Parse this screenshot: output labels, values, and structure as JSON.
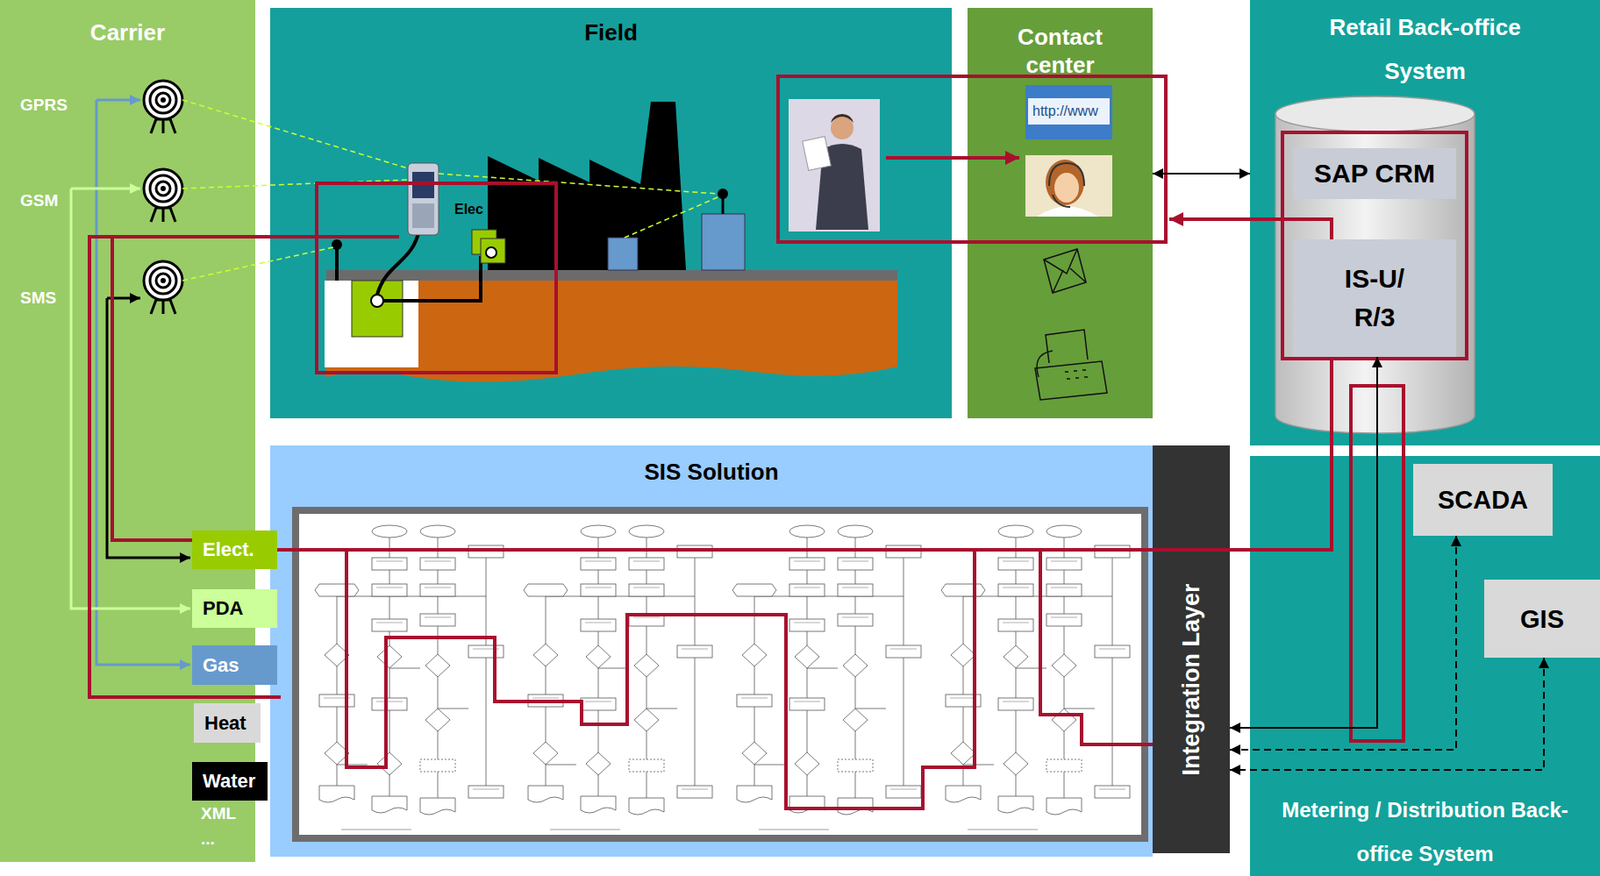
{
  "diagram": {
    "nodes": [
      {
        "text": [
          "Carrier"
        ]
      },
      {
        "text": [
          "Field"
        ]
      },
      {
        "text": [
          "Contact center"
        ]
      },
      {
        "text": [
          "Retail Back-office System"
        ]
      },
      {
        "text": [
          "SAP CRM"
        ],
        "in": 3
      },
      {
        "text": [
          "IS-U/ R/3"
        ],
        "in": 3
      },
      {
        "text": [
          "SIS Solution"
        ]
      },
      {
        "text": [
          "Integration Layer"
        ]
      },
      {
        "text": [
          "Metering / Distribution Back-office System"
        ]
      },
      {
        "text": [
          "SCADA"
        ],
        "in": 8
      },
      {
        "text": [
          "GIS"
        ],
        "in": 8
      },
      {
        "text": [
          "Elect."
        ],
        "in": 0
      },
      {
        "text": [
          "PDA"
        ],
        "in": 0
      },
      {
        "text": [
          "Gas"
        ],
        "in": 0
      },
      {
        "text": [
          "Heat"
        ],
        "in": 0
      },
      {
        "text": [
          "Water"
        ],
        "in": 0
      }
    ],
    "edges": [
      {
        "from": 2,
        "to": 3,
        "arrow": "both"
      },
      {
        "from": 5,
        "to": 7,
        "arrow": "both"
      },
      {
        "from": 9,
        "to": 7,
        "arrow": "both"
      },
      {
        "from": 10,
        "to": 7,
        "arrow": "both"
      }
    ],
    "labels": [
      "GPRS",
      "GSM",
      "SMS",
      "XML",
      "...",
      "Elec",
      "http://www"
    ]
  }
}
